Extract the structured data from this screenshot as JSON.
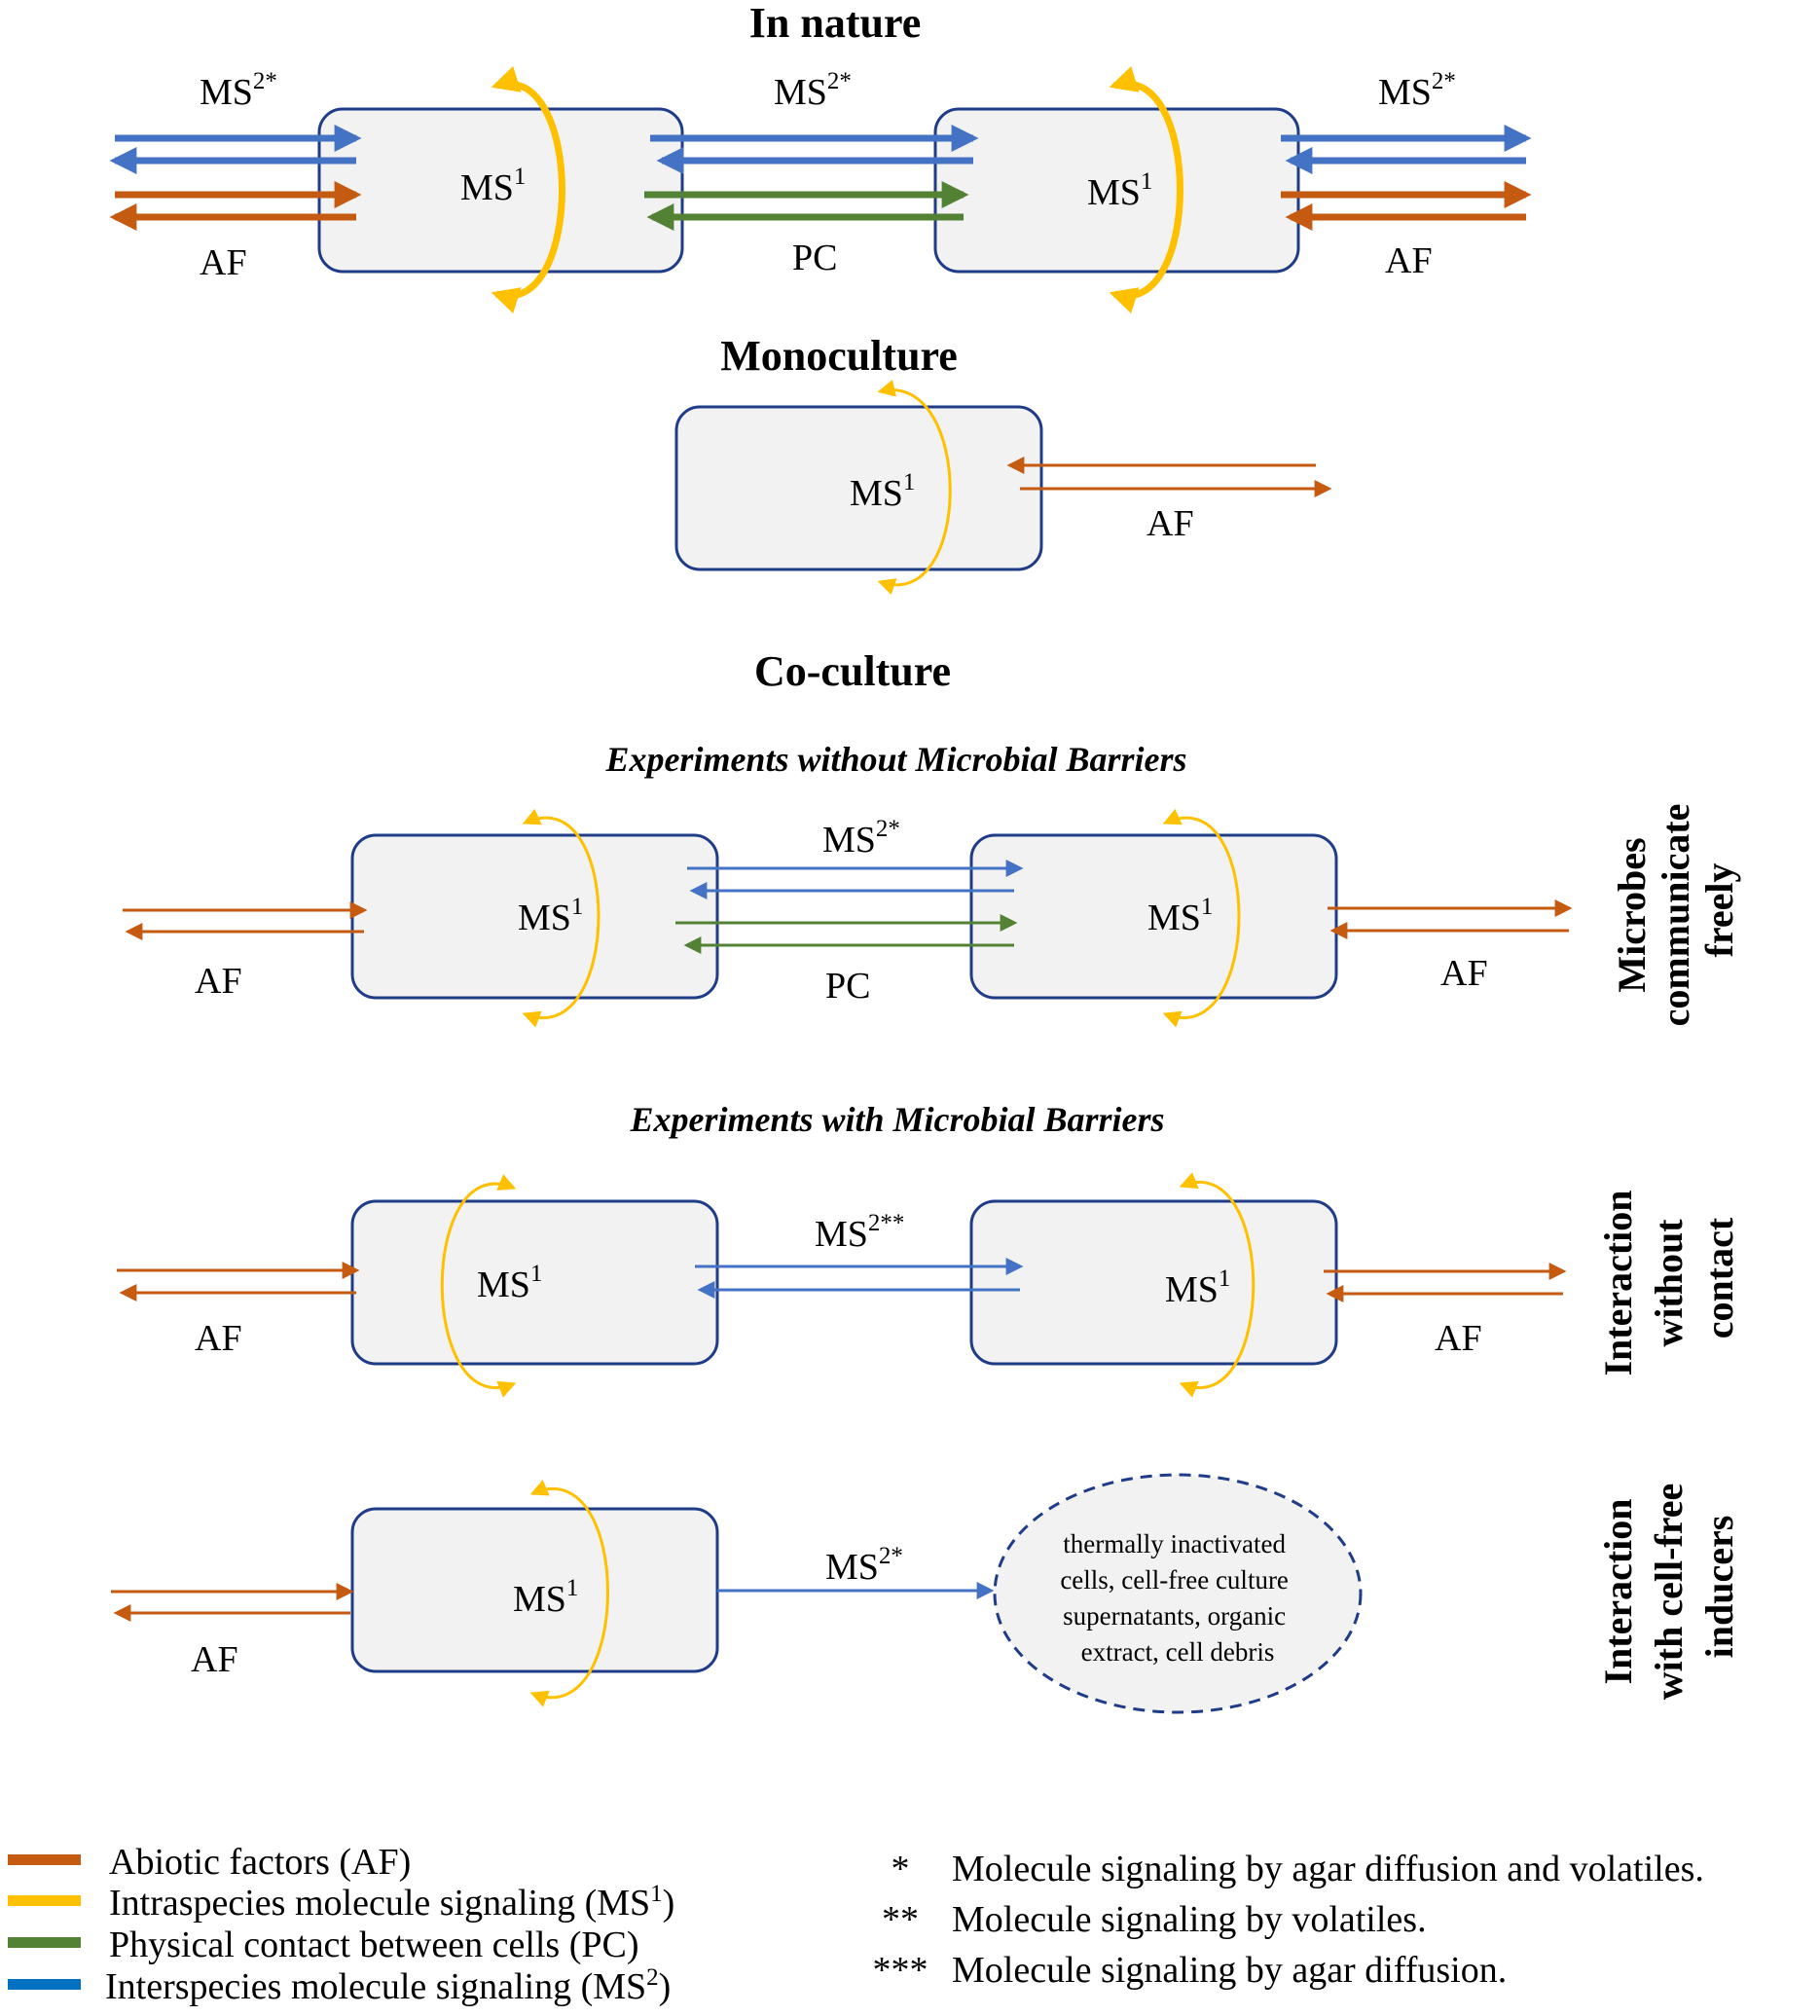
{
  "titles": {
    "nature": "In nature",
    "monoculture": "Monoculture",
    "coculture": "Co-culture"
  },
  "subtitles": {
    "without_barriers": "Experiments without Microbial Barriers",
    "with_barriers": "Experiments with Microbial Barriers"
  },
  "labels": {
    "ms1_base": "MS",
    "ms1_sup": "1",
    "ms2_base": "MS",
    "ms2_star_sup": "2*",
    "ms2_double_star_sup": "2**",
    "af": "AF",
    "pc": "PC"
  },
  "side_labels": {
    "freely": [
      "Microbes",
      "communicate",
      "freely"
    ],
    "without_contact": [
      "Interaction",
      "without",
      "contact"
    ],
    "cell_free": [
      "Interaction",
      "with cell-free",
      "inducers"
    ]
  },
  "ellipse_text": [
    "thermally inactivated",
    "cells, cell-free culture",
    "supernatants, organic",
    "extract, cell debris"
  ],
  "legend": {
    "items": [
      {
        "label": "Abiotic factors (AF)",
        "color": "#c55a11"
      },
      {
        "label": "Intraspecies molecule signaling (MS",
        "sup": "1",
        "tail": ")",
        "color": "#ffc000"
      },
      {
        "label": "Physical contact between cells (PC)",
        "color": "#548235"
      },
      {
        "label": "Interspecies molecule signaling (MS",
        "sup": "2",
        "tail": ")",
        "color": "#0070c0"
      }
    ],
    "notes": [
      {
        "mark": "*",
        "text": "Molecule signaling by agar diffusion and volatiles."
      },
      {
        "mark": "**",
        "text": "Molecule signaling by volatiles."
      },
      {
        "mark": "***",
        "text": "Molecule signaling by agar diffusion."
      }
    ]
  },
  "colors": {
    "af": "#c55a11",
    "ms1": "#ffc000",
    "pc": "#548235",
    "ms2": "#4472c4",
    "box_border": "#1f3c88",
    "box_fill": "#f2f2f2"
  }
}
